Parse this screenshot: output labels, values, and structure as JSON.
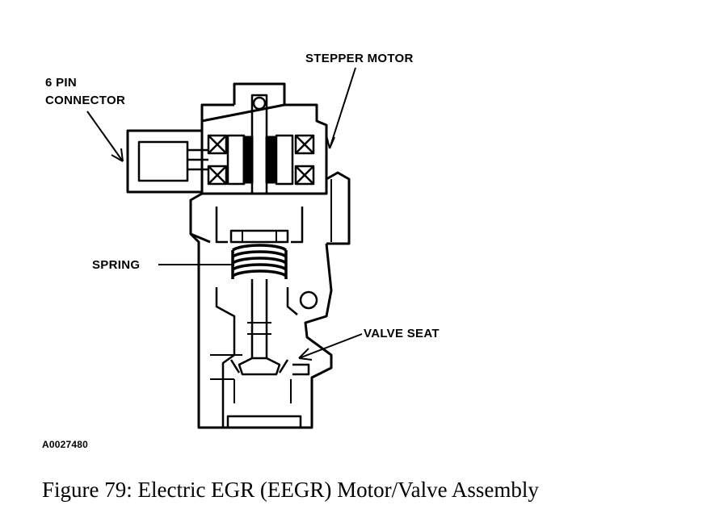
{
  "labels": {
    "stepper_motor": "STEPPER MOTOR",
    "pin_connector_line1": "6 PIN",
    "pin_connector_line2": "CONNECTOR",
    "spring": "SPRING",
    "valve_seat": "VALVE SEAT",
    "code": "A0027480"
  },
  "caption": "Figure 79: Electric EGR (EEGR) Motor/Valve Assembly"
}
